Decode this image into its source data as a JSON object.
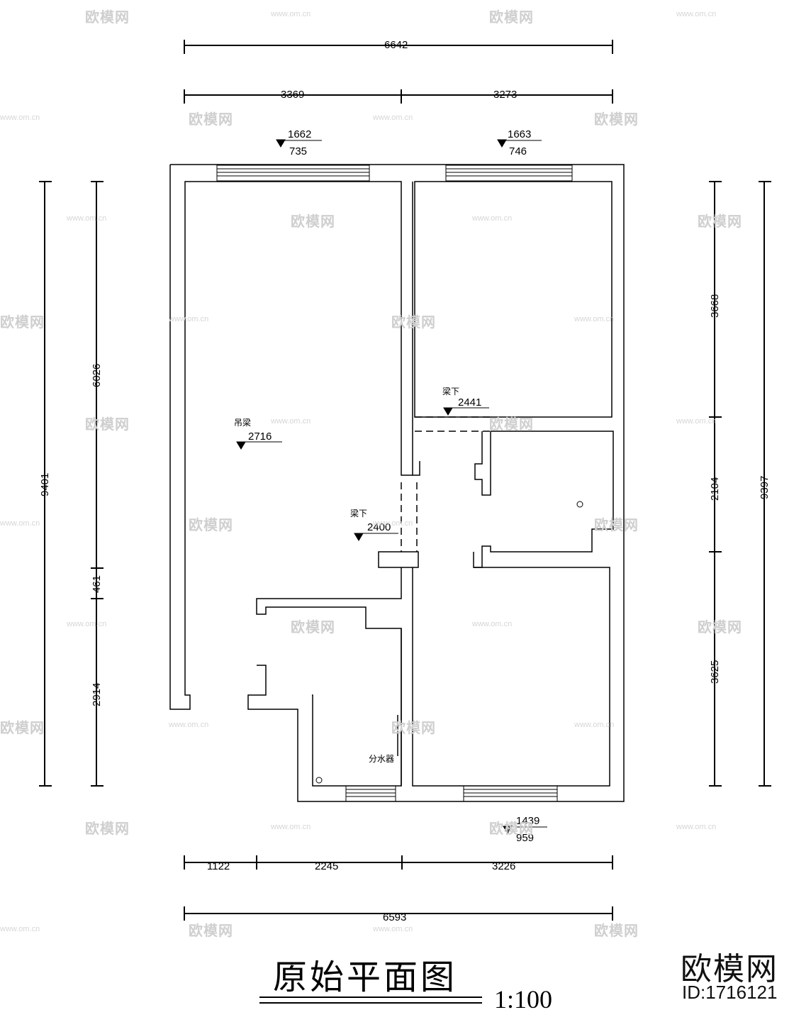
{
  "drawing": {
    "title": "原始平面图",
    "scale": "1:100"
  },
  "branding": {
    "name": "欧模网",
    "id_label": "ID:1716121",
    "watermark": "欧模网",
    "watermark_url": "www.om.cn"
  },
  "dimensions": {
    "top_overall": "6642",
    "top_left": "3369",
    "top_right": "3273",
    "bottom_overall": "6593",
    "bottom_1": "1122",
    "bottom_2": "2245",
    "bottom_3": "3226",
    "left_overall": "9401",
    "left_1": "6026",
    "left_2": "461",
    "left_3": "2914",
    "right_overall": "9397",
    "right_1": "3668",
    "right_2": "2104",
    "right_3": "3625"
  },
  "window_marks": {
    "w1_top": "1662",
    "w1_bottom": "735",
    "w2_top": "1663",
    "w2_bottom": "746",
    "w3_top": "1439",
    "w3_bottom": "959"
  },
  "level_marks": {
    "m1_label": "梁下",
    "m1_value": "2441",
    "m2_label": "吊梁",
    "m2_value": "2716",
    "m3_label": "梁下",
    "m3_value": "2400"
  },
  "annotations": {
    "manifold": "分水器"
  }
}
